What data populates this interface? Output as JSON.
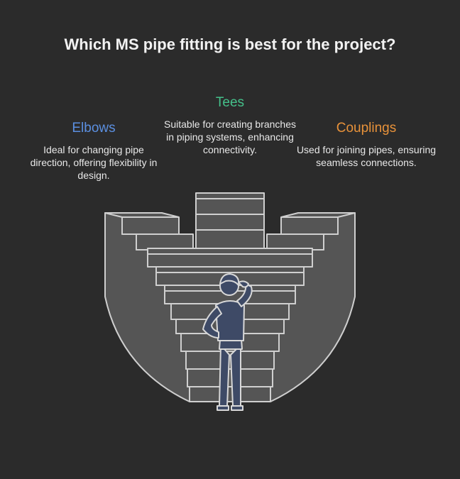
{
  "title": "Which MS pipe fitting is best for the project?",
  "options": [
    {
      "id": "elbows",
      "label": "Elbows",
      "description": "Ideal for changing pipe direction, offering flexibility in design.",
      "color": "#5b8fe0"
    },
    {
      "id": "tees",
      "label": "Tees",
      "description": "Suitable for creating branches in piping systems, enhancing connectivity.",
      "color": "#45c08a"
    },
    {
      "id": "couplings",
      "label": "Couplings",
      "description": "Used for joining pipes, ensuring seamless connections.",
      "color": "#e8923a"
    }
  ],
  "colors": {
    "background": "#2b2b2b",
    "stair_fill": "#555555",
    "stair_stroke": "#cfcfcf",
    "figure": "#3e4a66"
  },
  "illustration": "person-facing-stairs"
}
